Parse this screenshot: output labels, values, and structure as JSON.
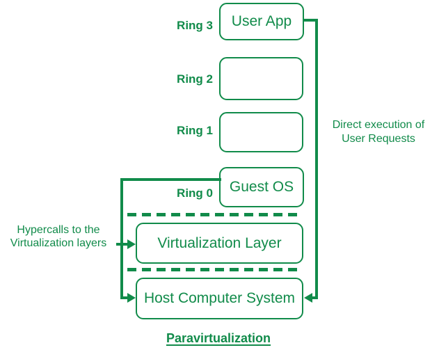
{
  "colors": {
    "green": "#118b4a",
    "background": "#ffffff"
  },
  "rings": [
    {
      "label": "Ring 3",
      "box_text": "User App"
    },
    {
      "label": "Ring 2",
      "box_text": ""
    },
    {
      "label": "Ring 1",
      "box_text": ""
    },
    {
      "label": "Ring 0",
      "box_text": "Guest OS"
    }
  ],
  "layers": {
    "virtualization": "Virtualization Layer",
    "host": "Host Computer System"
  },
  "annotations": {
    "hypercalls_line1": "Hypercalls to the",
    "hypercalls_line2": "Virtualization layers",
    "direct_line1": "Direct execution of",
    "direct_line2": "User Requests"
  },
  "title": "Paravirtualization"
}
